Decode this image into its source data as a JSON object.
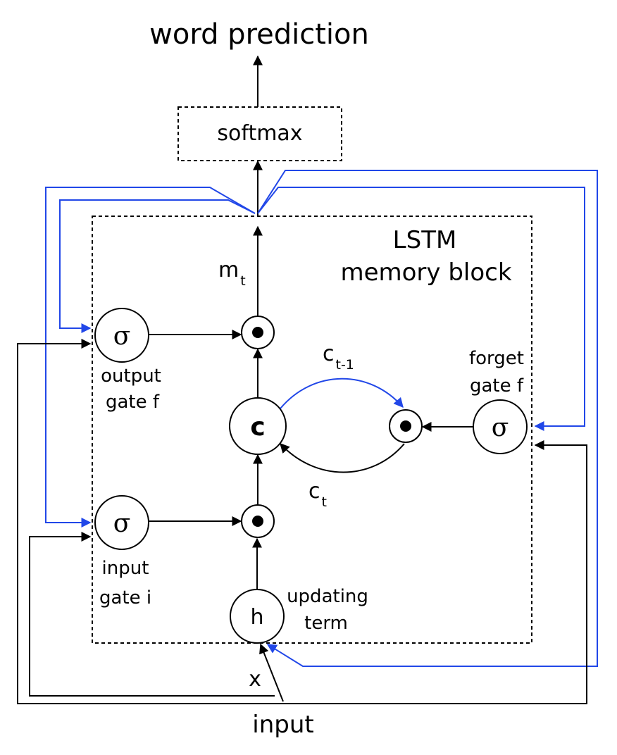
{
  "title": "word prediction",
  "softmax_label": "softmax",
  "block_title": {
    "line1": "LSTM",
    "line2": "memory block"
  },
  "nodes": {
    "output_gate": {
      "symbol": "σ",
      "label_line1": "output",
      "label_line2": "gate f"
    },
    "input_gate": {
      "symbol": "σ",
      "label_line1": "input",
      "label_line2": "gate i"
    },
    "forget_gate": {
      "symbol": "σ",
      "label_line1": "forget",
      "label_line2": "gate f"
    },
    "cell": {
      "symbol": "c"
    },
    "updating_term": {
      "symbol": "h",
      "label_line1": "updating",
      "label_line2": "term"
    }
  },
  "signals": {
    "m": {
      "base": "m",
      "sub": "t"
    },
    "c_prev": {
      "base": "c",
      "sub": "t-1"
    },
    "c_cur": {
      "base": "c",
      "sub": "t"
    },
    "x": "x"
  },
  "input_label": "input",
  "colors": {
    "line": "#000000",
    "recurrent": "#2147e8"
  }
}
